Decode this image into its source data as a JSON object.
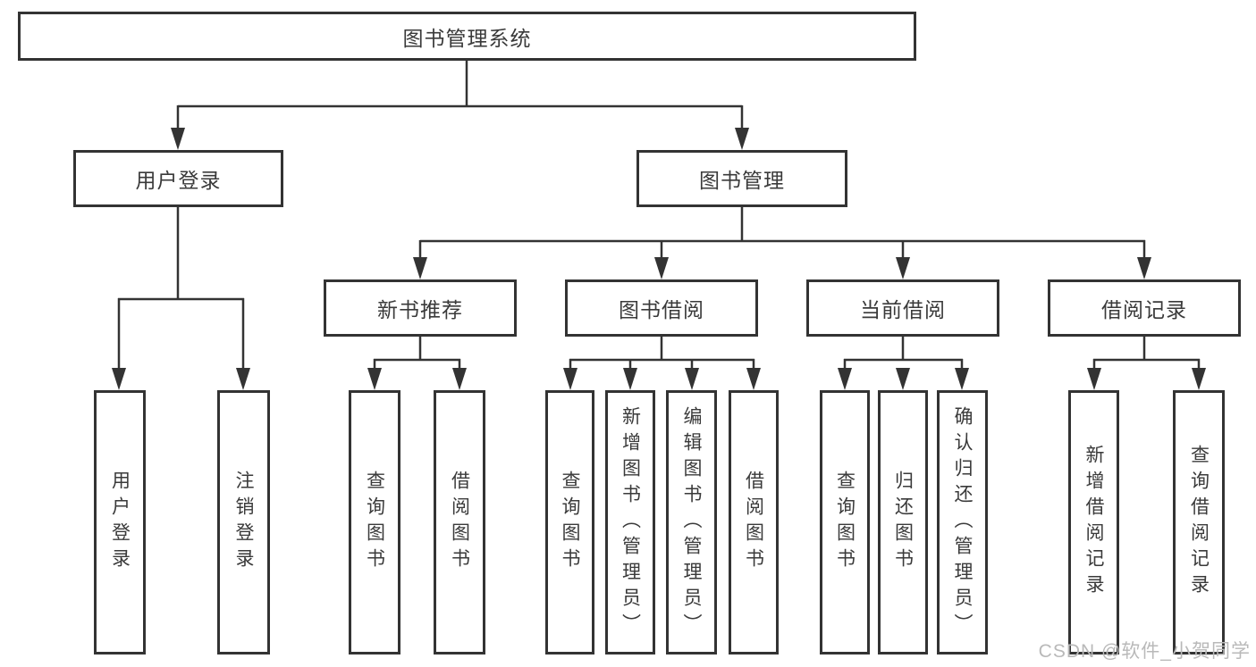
{
  "diagram": {
    "type": "function-structure-tree",
    "tree": {
      "label": "图书管理系统",
      "children": [
        {
          "label": "用户登录",
          "children": [
            {
              "label": "用户登录"
            },
            {
              "label": "注销登录"
            }
          ]
        },
        {
          "label": "图书管理",
          "children": [
            {
              "label": "新书推荐",
              "children": [
                {
                  "label": "查询图书"
                },
                {
                  "label": "借阅图书"
                }
              ]
            },
            {
              "label": "图书借阅",
              "children": [
                {
                  "label": "查询图书"
                },
                {
                  "label": "新增图书（管理员）"
                },
                {
                  "label": "编辑图书（管理员）"
                },
                {
                  "label": "借阅图书"
                }
              ]
            },
            {
              "label": "当前借阅",
              "children": [
                {
                  "label": "查询图书"
                },
                {
                  "label": "归还图书"
                },
                {
                  "label": "确认归还（管理员）"
                }
              ]
            },
            {
              "label": "借阅记录",
              "children": [
                {
                  "label": "新增借阅记录"
                },
                {
                  "label": "查询借阅记录"
                }
              ]
            }
          ]
        }
      ]
    }
  },
  "watermark": {
    "text": "CSDN @软件_小贺同学"
  },
  "colors": {
    "line": "#333333",
    "border": "#333333",
    "text": "#3a3a3a",
    "watermark": "#b9b9b9",
    "background": "#ffffff"
  }
}
